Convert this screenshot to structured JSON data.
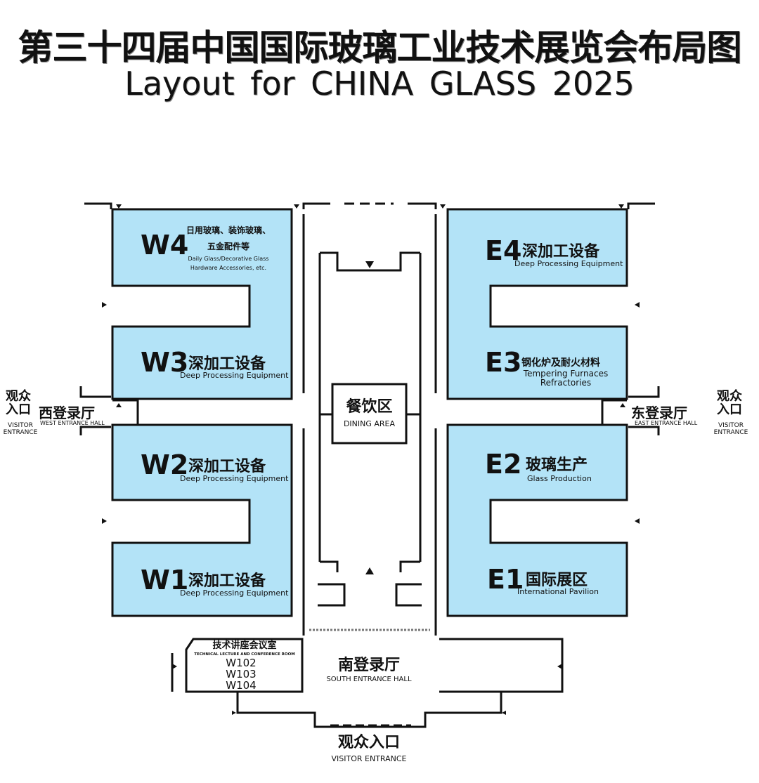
{
  "title": {
    "cn": "第三十四届中国国际玻璃工业技术展览会布局图",
    "en": "Layout  for  CHINA GLASS  2025"
  },
  "halls": {
    "w4": {
      "code": "W4",
      "cn_line1": "日用玻璃、装饰玻璃、",
      "cn_line2": "五金配件等",
      "en_line1": "Daily Glass/Decorative Glass",
      "en_line2": "Hardware Accessories, etc."
    },
    "w3": {
      "code": "W3",
      "cn": "深加工设备",
      "en": "Deep Processing Equipment"
    },
    "w2": {
      "code": "W2",
      "cn": "深加工设备",
      "en": "Deep Processing Equipment"
    },
    "w1": {
      "code": "W1",
      "cn": "深加工设备",
      "en": "Deep Processing Equipment"
    },
    "e4": {
      "code": "E4",
      "cn": "深加工设备",
      "en": "Deep Processing Equipment"
    },
    "e3": {
      "code": "E3",
      "cn": "钢化炉及耐火材料",
      "en_line1": "Tempering Furnaces",
      "en_line2": "Refractories"
    },
    "e2": {
      "code": "E2",
      "cn": "玻璃生产",
      "en": "Glass Production"
    },
    "e1": {
      "code": "E1",
      "cn": "国际展区",
      "en": "International Pavilion"
    }
  },
  "dining": {
    "cn": "餐饮区",
    "en": "DINING AREA"
  },
  "west_hall": {
    "cn": "西登录厅",
    "en": "WEST ENTRANCE HALL"
  },
  "east_hall": {
    "cn": "东登录厅",
    "en": "EAST ENTRANCE HALL"
  },
  "south_hall": {
    "cn": "南登录厅",
    "en": "SOUTH ENTRANCE HALL"
  },
  "conference": {
    "cn": "技术讲座会议室",
    "en": "TECHNICAL LECTURE AND CONFERENCE ROOM",
    "rooms": [
      "W102",
      "W103",
      "W104"
    ]
  },
  "visitor_west": {
    "cn_line1": "观众",
    "cn_line2": "入口",
    "en_line1": "VISITOR",
    "en_line2": "ENTRANCE"
  },
  "visitor_east": {
    "cn_line1": "观众",
    "cn_line2": "入口",
    "en_line1": "VISITOR",
    "en_line2": "ENTRANCE"
  },
  "visitor_south": {
    "cn": "观众入口",
    "en": "VISITOR ENTRANCE"
  },
  "colors": {
    "hall_fill": "#b3e3f7",
    "wall": "#111111"
  }
}
